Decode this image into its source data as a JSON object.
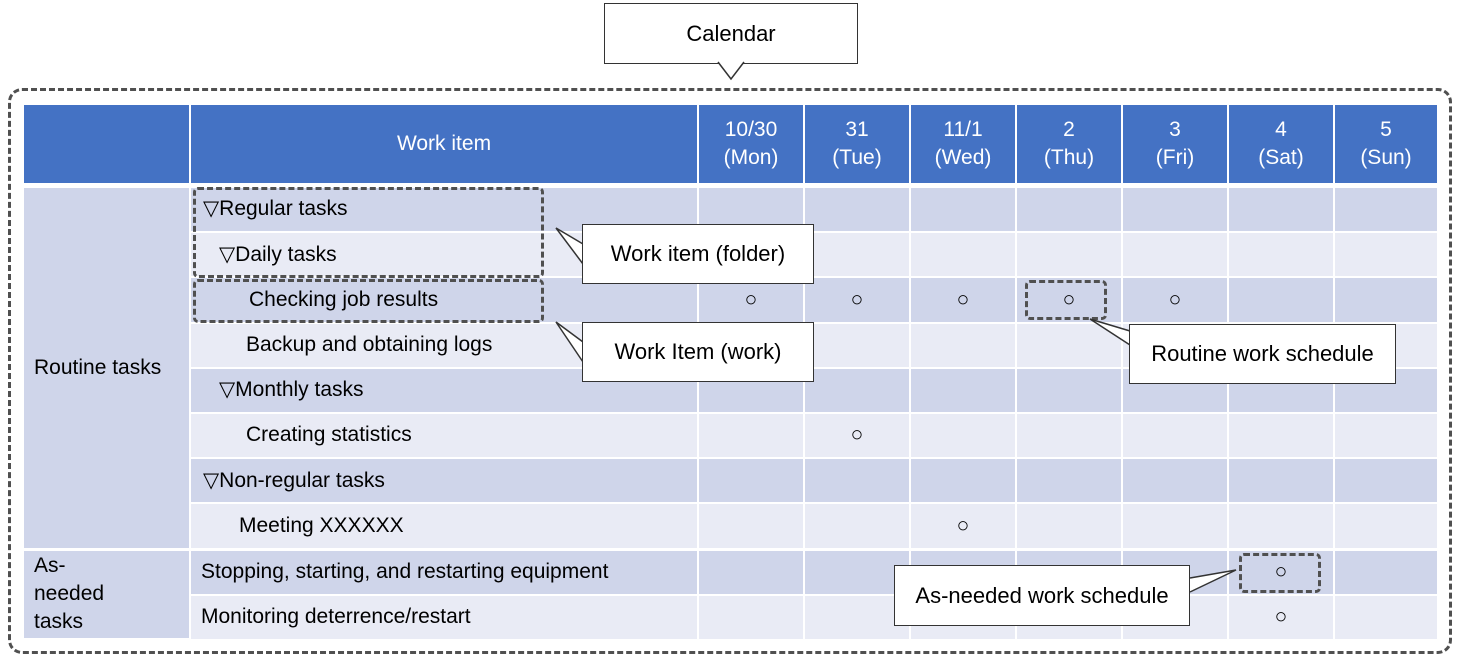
{
  "calendar_label": "Calendar",
  "header": {
    "work_item": "Work item",
    "days": [
      {
        "date": "10/30",
        "weekday": "(Mon)"
      },
      {
        "date": "31",
        "weekday": "(Tue)"
      },
      {
        "date": "11/1",
        "weekday": "(Wed)"
      },
      {
        "date": "2",
        "weekday": "(Thu)"
      },
      {
        "date": "3",
        "weekday": "(Fri)"
      },
      {
        "date": "4",
        "weekday": "(Sat)"
      },
      {
        "date": "5",
        "weekday": "(Sun)"
      }
    ]
  },
  "groups": {
    "routine": "Routine tasks",
    "as_needed": "As-needed tasks"
  },
  "rows": [
    {
      "label": "▽Regular tasks",
      "marks": [
        "",
        "",
        "",
        "",
        "",
        "",
        ""
      ]
    },
    {
      "label": "▽Daily tasks",
      "marks": [
        "",
        "",
        "",
        "",
        "",
        "",
        ""
      ]
    },
    {
      "label": "Checking job results",
      "marks": [
        "○",
        "○",
        "○",
        "○",
        "○",
        "",
        ""
      ]
    },
    {
      "label": "Backup and obtaining logs",
      "marks": [
        "",
        "",
        "",
        "",
        "",
        "",
        ""
      ]
    },
    {
      "label": "▽Monthly tasks",
      "marks": [
        "",
        "",
        "",
        "",
        "",
        "",
        ""
      ]
    },
    {
      "label": "Creating statistics",
      "marks": [
        "",
        "○",
        "",
        "",
        "",
        "",
        ""
      ]
    },
    {
      "label": "▽Non-regular tasks",
      "marks": [
        "",
        "",
        "",
        "",
        "",
        "",
        ""
      ]
    },
    {
      "label": "Meeting XXXXXX",
      "marks": [
        "",
        "",
        "○",
        "",
        "",
        "",
        ""
      ]
    },
    {
      "label": "Stopping, starting, and restarting equipment",
      "marks": [
        "",
        "",
        "",
        "",
        "",
        "○",
        ""
      ]
    },
    {
      "label": "Monitoring deterrence/restart",
      "marks": [
        "",
        "",
        "",
        "",
        "",
        "○",
        ""
      ]
    }
  ],
  "callouts": {
    "folder": "Work item (folder)",
    "work": "Work Item (work)",
    "routine_schedule": "Routine work schedule",
    "as_needed_schedule": "As-needed work schedule"
  }
}
